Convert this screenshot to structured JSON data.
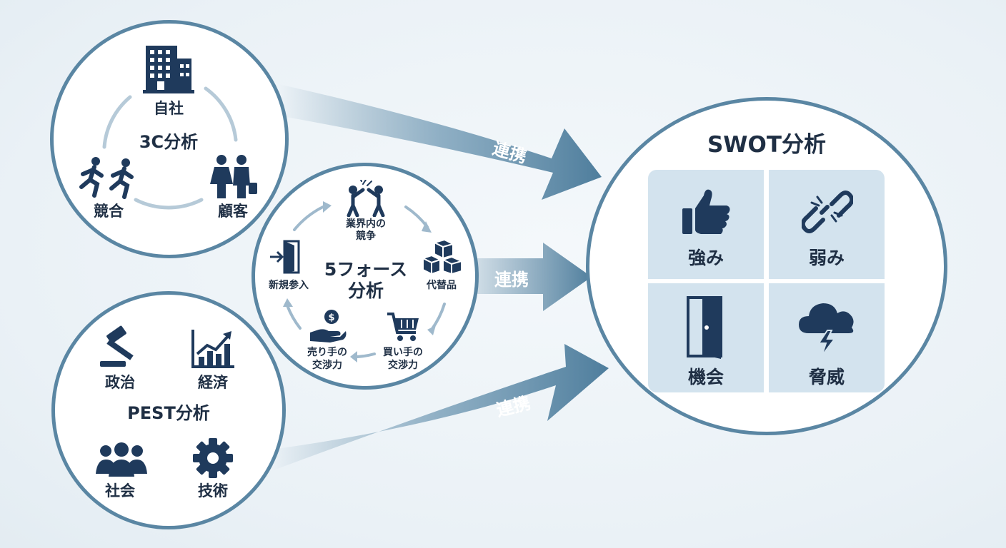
{
  "c3": {
    "title": "3C分析",
    "company": "自社",
    "competitor": "競合",
    "customer": "顧客"
  },
  "five_forces": {
    "title_line1": "5フォース",
    "title_line2": "分析",
    "rivalry_line1": "業界内の",
    "rivalry_line2": "競争",
    "new_entrants": "新規参入",
    "substitutes": "代替品",
    "buyers_line1": "買い手の",
    "buyers_line2": "交渉力",
    "suppliers_line1": "売り手の",
    "suppliers_line2": "交渉力"
  },
  "pest": {
    "title": "PEST分析",
    "political": "政治",
    "economic": "経済",
    "social": "社会",
    "technological": "技術"
  },
  "swot": {
    "title": "SWOT分析",
    "strengths": "強み",
    "weaknesses": "弱み",
    "opportunities": "機会",
    "threats": "脅威"
  },
  "arrows": {
    "top": "連携",
    "middle": "連携",
    "bottom": "連携"
  },
  "colors": {
    "navy": "#1f3a5c",
    "ring": "#5a86a3",
    "quad": "#d3e3ee"
  }
}
